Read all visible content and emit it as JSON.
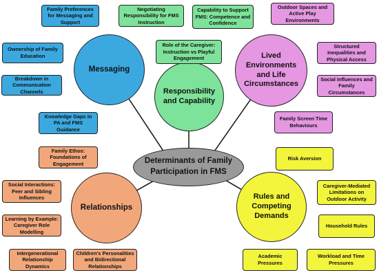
{
  "center": {
    "line1": "Determinants of Family",
    "line2": "Participation in FMS"
  },
  "themes": {
    "messaging": "Messaging",
    "responsibility": "Responsibility and Capability",
    "lived": "Lived Environments and Life Circumstances",
    "relationships": "Relationships",
    "rules": "Rules and Competing Demands"
  },
  "boxes": {
    "family_preferences": "Family Preferences for Messaging and Support",
    "ownership": "Ownership of Family Education",
    "breakdown": "Breakdown in Communication Channels",
    "knowledge_gaps": "Knowledge Gaps in PA and FMS Guidance",
    "negotiating": "Negotiating Responsibility for FMS Instruction",
    "capability_support": "Capability to Support FMS: Competence and Confidence",
    "role_caregiver": "Role of the Caregiver: Instruction vs Playful Engagement",
    "outdoor_spaces": "Outdoor Spaces and Active Play Environments",
    "structured_inequalities": "Structured Inequalities and Physical Access",
    "social_influences": "Social Influences and Family Circumstances",
    "screen_time": "Family Screen Time Behaviours",
    "family_ethos": "Family Ethos: Foundations of Engagement",
    "social_interactions": "Social Interactions: Peer and Sibling Influences",
    "learning_example": "Learning by Example: Caregiver Role Modelling",
    "intergenerational": "Intergenerational Relationship Dynamics",
    "personalities": "Children's Personalities and Bidirectional Relationships",
    "risk_aversion": "Risk Aversion",
    "caregiver_mediated": "Caregiver-Mediated Limitations on Outdoor Activity",
    "household_rules": "Household Rules",
    "academic": "Academic Pressures",
    "workload": "Workload and Time Pressures"
  },
  "colors": {
    "messaging": "#3ba9e0",
    "responsibility": "#7ee39a",
    "lived": "#e597e2",
    "relationships": "#f2a77b",
    "rules": "#f2f53c",
    "center": "#9a9a9a"
  }
}
